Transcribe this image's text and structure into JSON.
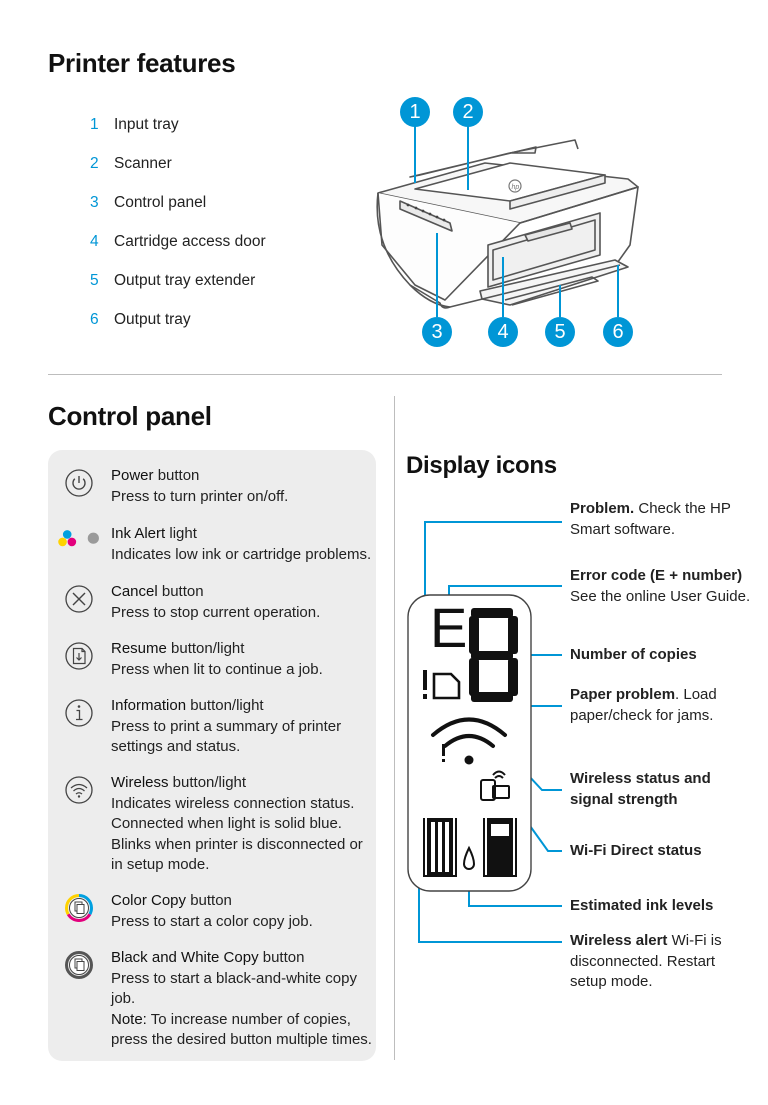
{
  "features": {
    "title": "Printer features",
    "items": [
      {
        "num": "1",
        "label": "Input tray"
      },
      {
        "num": "2",
        "label": "Scanner"
      },
      {
        "num": "3",
        "label": "Control panel"
      },
      {
        "num": "4",
        "label": "Cartridge access door"
      },
      {
        "num": "5",
        "label": "Output tray extender"
      },
      {
        "num": "6",
        "label": "Output tray"
      }
    ],
    "callouts": [
      "1",
      "2",
      "3",
      "4",
      "5",
      "6"
    ]
  },
  "control_panel": {
    "title": "Control panel",
    "items": [
      {
        "icon": "power-icon",
        "name": "Power",
        "suffix": " button",
        "desc": "Press to turn printer on/off."
      },
      {
        "icon": "ink-alert-icon",
        "name": "Ink Alert",
        "suffix": " light",
        "desc": "Indicates low ink or cartridge problems."
      },
      {
        "icon": "cancel-icon",
        "name": "Cancel",
        "suffix": " button",
        "desc": "Press to stop current operation."
      },
      {
        "icon": "resume-icon",
        "name": "Resume",
        "suffix": " button/light",
        "desc": "Press when lit to continue a job."
      },
      {
        "icon": "information-icon",
        "name": "Information",
        "suffix": " button/light",
        "desc": "Press to print a summary of printer settings and status."
      },
      {
        "icon": "wireless-icon",
        "name": "Wireless",
        "suffix": " button/light",
        "desc": "Indicates wireless connection status. Connected when light is solid blue. Blinks when printer is disconnected or in setup mode."
      },
      {
        "icon": "color-copy-icon",
        "name": "Color Copy",
        "suffix": " button",
        "desc": "Press to start a color copy job."
      },
      {
        "icon": "bw-copy-icon",
        "name": "Black and White Copy",
        "suffix": " button",
        "desc": "Press to start a black-and-white copy job.",
        "note_label": "Note:",
        "note": " To increase number of copies, press the desired button multiple times."
      }
    ]
  },
  "display_icons": {
    "title": "Display icons",
    "error_letter": "E",
    "labels": [
      {
        "bold": "Problem.",
        "rest": " Check the HP Smart software."
      },
      {
        "bold": "Error code (E + number)",
        "rest": " See the online User Guide."
      },
      {
        "bold": "Number of copies",
        "rest": ""
      },
      {
        "bold": "Paper problem",
        "rest": ". Load paper/check for jams."
      },
      {
        "bold": "Wireless status and signal strength",
        "rest": ""
      },
      {
        "bold": "Wi-Fi Direct status",
        "rest": ""
      },
      {
        "bold": "Estimated ink levels",
        "rest": ""
      },
      {
        "bold": "Wireless alert",
        "rest": " Wi-Fi is disconnected. Restart setup mode."
      }
    ]
  },
  "colors": {
    "accent": "#0096d6",
    "panel_bg": "#ededed",
    "ink_cyan": "#00a0e0",
    "ink_magenta": "#e3007d",
    "ink_yellow": "#ffd200"
  }
}
